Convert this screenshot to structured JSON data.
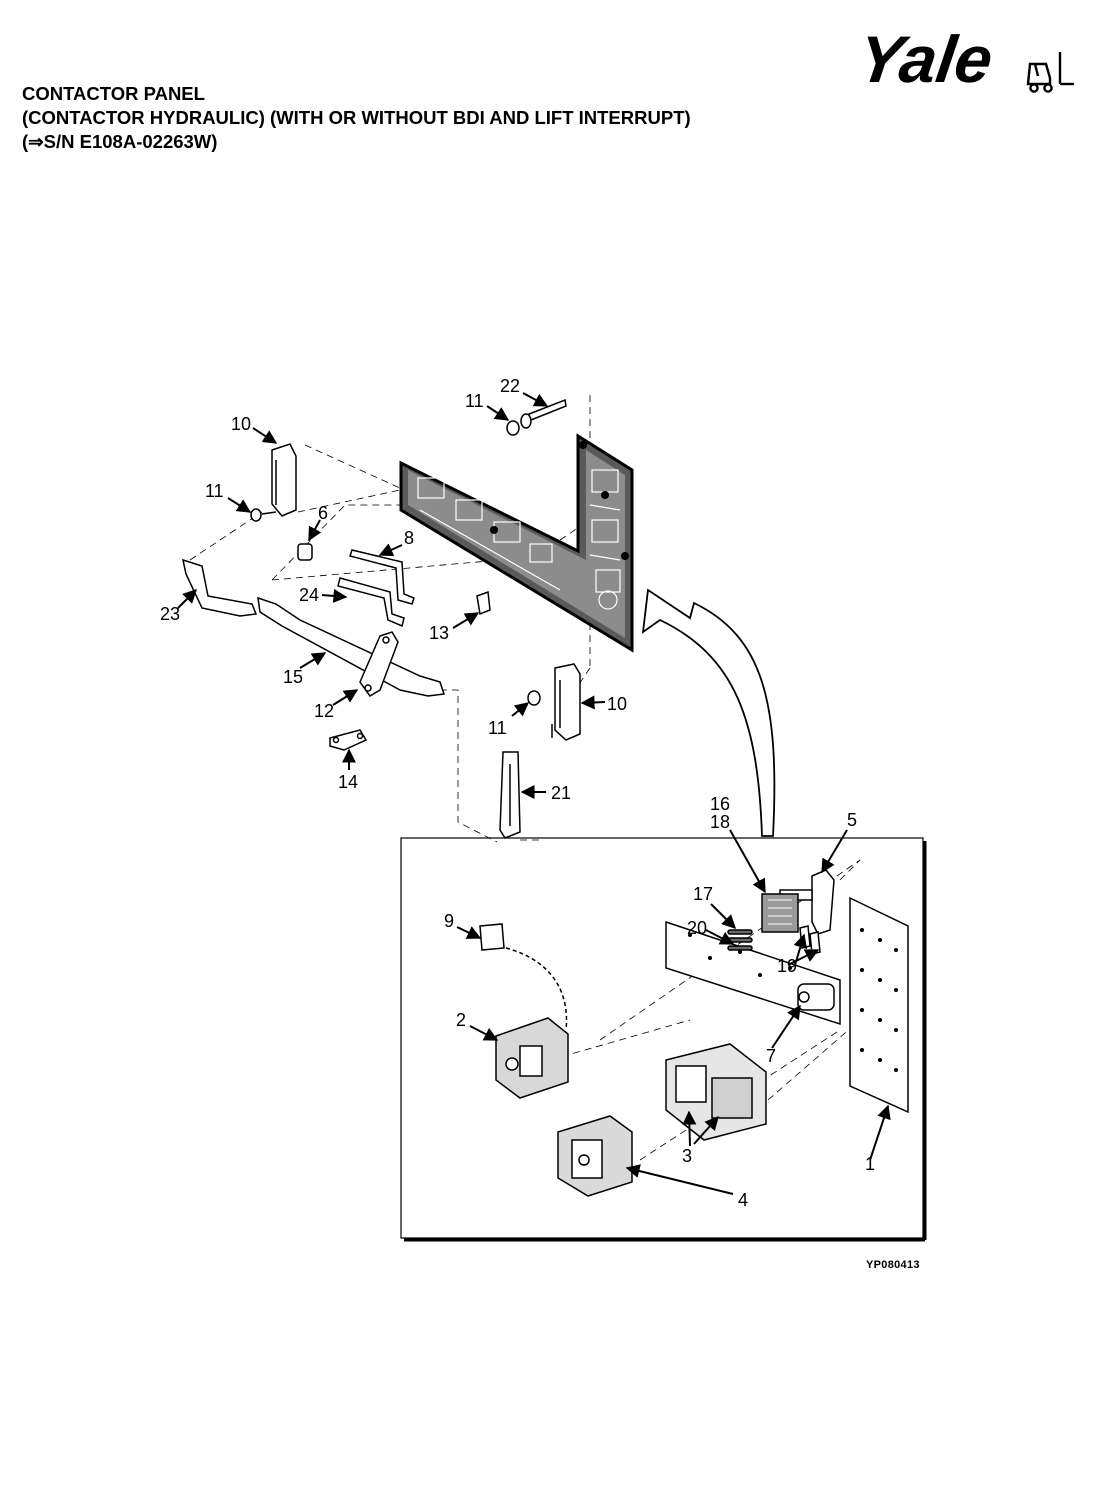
{
  "header": {
    "line1": "CONTACTOR PANEL",
    "line2": "(CONTACTOR HYDRAULIC) (WITH OR WITHOUT BDI AND LIFT INTERRUPT)",
    "line3": "(⇒S/N E108A-02263W)"
  },
  "brand": {
    "logo_text": "Yale",
    "logo_icon": "forklift-icon",
    "color": "#000000"
  },
  "figure_id": "YP080413",
  "callouts": {
    "c22": "22",
    "c11a": "11",
    "c10a": "10",
    "c11b": "11",
    "c6": "6",
    "c8": "8",
    "c24": "24",
    "c23": "23",
    "c13": "13",
    "c15": "15",
    "c12": "12",
    "c11c": "11",
    "c10b": "10",
    "c14": "14",
    "c21": "21",
    "c16": "16",
    "c18": "18",
    "c5": "5",
    "c17": "17",
    "c20": "20",
    "c19": "19",
    "c9": "9",
    "c2": "2",
    "c7": "7",
    "c3": "3",
    "c1": "1",
    "c4": "4"
  }
}
